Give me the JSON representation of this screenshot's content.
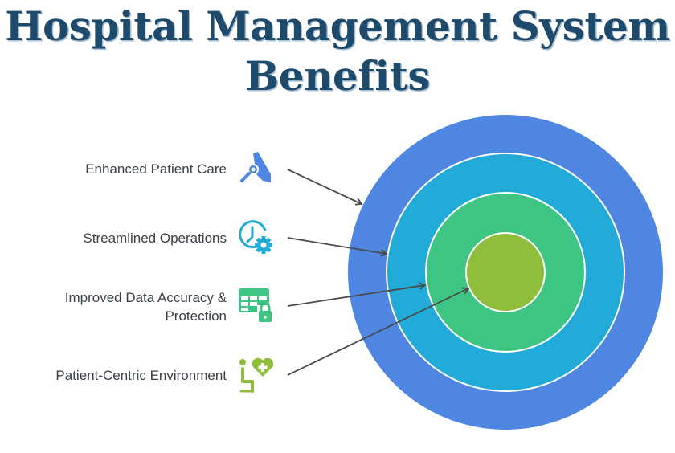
{
  "title": {
    "line1": "Hospital Management System",
    "line2": "Benefits"
  },
  "items": [
    {
      "label_lines": [
        "Enhanced Patient Care"
      ],
      "icon": "hand-magnifier-icon",
      "color": "#4f86e2"
    },
    {
      "label_lines": [
        "Streamlined Operations"
      ],
      "icon": "clock-gear-icon",
      "color": "#22aad9"
    },
    {
      "label_lines": [
        "Improved Data Accuracy &",
        "Protection"
      ],
      "icon": "table-lock-icon",
      "color": "#3ec584"
    },
    {
      "label_lines": [
        "Patient-Centric Environment"
      ],
      "icon": "seated-patient-heart-icon",
      "color": "#8fbe3a"
    }
  ],
  "rings": [
    {
      "name": "outer",
      "color": "#4f86e2"
    },
    {
      "name": "second",
      "color": "#22aad9"
    },
    {
      "name": "third",
      "color": "#3ec584"
    },
    {
      "name": "core",
      "color": "#8fbe3a"
    }
  ],
  "arrow_color": "#4a4a4a"
}
